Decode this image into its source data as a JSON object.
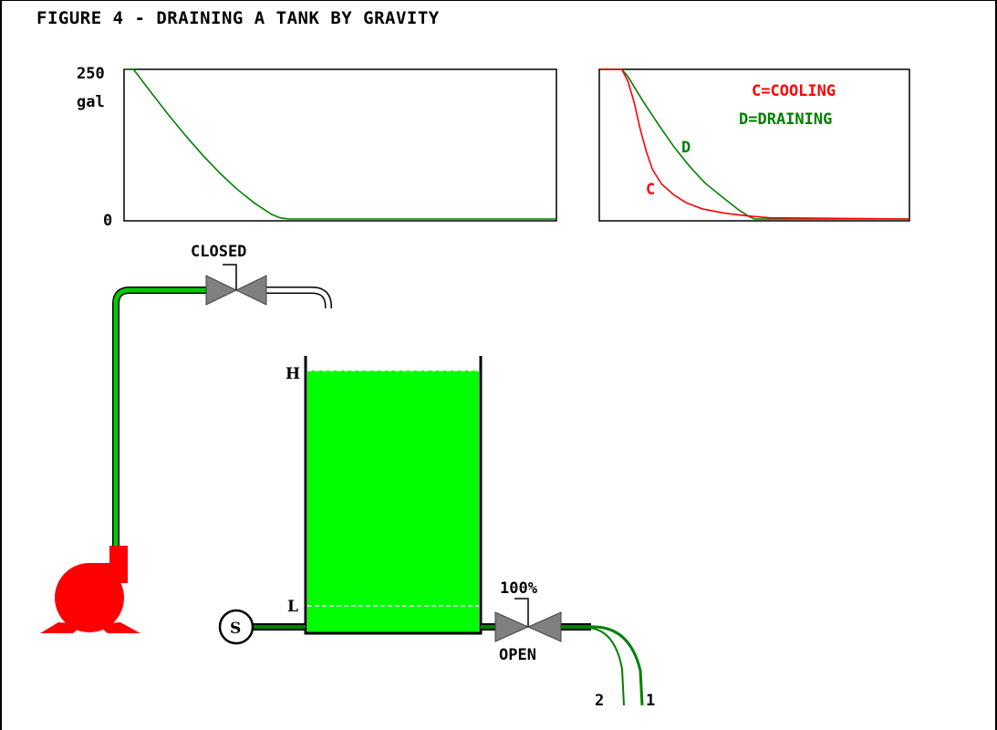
{
  "title": "FIGURE 4 - DRAINING A TANK BY GRAVITY",
  "chart_data": [
    {
      "type": "line",
      "ylabel_value": "250",
      "ylabel_unit": "gal",
      "y_min_label": "0",
      "ylim": [
        0,
        250
      ],
      "series": [
        {
          "color": "#008000",
          "x": [
            0,
            2,
            6,
            10,
            14,
            18,
            22,
            26,
            30,
            34,
            36,
            38,
            100
          ],
          "y": [
            250,
            250,
            212,
            175,
            140,
            107,
            77,
            50,
            27,
            8,
            2,
            0,
            0
          ]
        }
      ]
    },
    {
      "type": "line",
      "legend": [
        "C=COOLING",
        "D=DRAINING"
      ],
      "ylim": [
        0,
        250
      ],
      "series": [
        {
          "label": "D",
          "color": "#008000",
          "x": [
            0,
            7,
            9,
            14,
            19,
            24,
            29,
            34,
            40,
            45,
            48,
            50,
            100
          ],
          "y": [
            250,
            250,
            238,
            196,
            157,
            120,
            88,
            60,
            35,
            15,
            5,
            0,
            0
          ]
        },
        {
          "label": "C",
          "color": "#ff0000",
          "x": [
            0,
            7,
            9,
            11,
            13,
            15,
            17,
            20,
            24,
            28,
            33,
            40,
            48,
            55,
            100
          ],
          "y": [
            250,
            250,
            230,
            195,
            150,
            112,
            82,
            58,
            40,
            27,
            17,
            10,
            5,
            2,
            0
          ]
        }
      ]
    }
  ],
  "diagram": {
    "inlet_valve_status": "CLOSED",
    "outlet_valve_percent": "100%",
    "outlet_valve_status": "OPEN",
    "level_high_label": "H",
    "level_low_label": "L",
    "sensor_label": "S",
    "stream_1_label": "1",
    "stream_2_label": "2",
    "tank_level_percent": 89
  },
  "colors": {
    "liquid": "#00ff00",
    "pipe": "#008000",
    "pump": "#ff0000",
    "valve": "#808080",
    "cooling": "#ff0000",
    "draining": "#008000"
  }
}
